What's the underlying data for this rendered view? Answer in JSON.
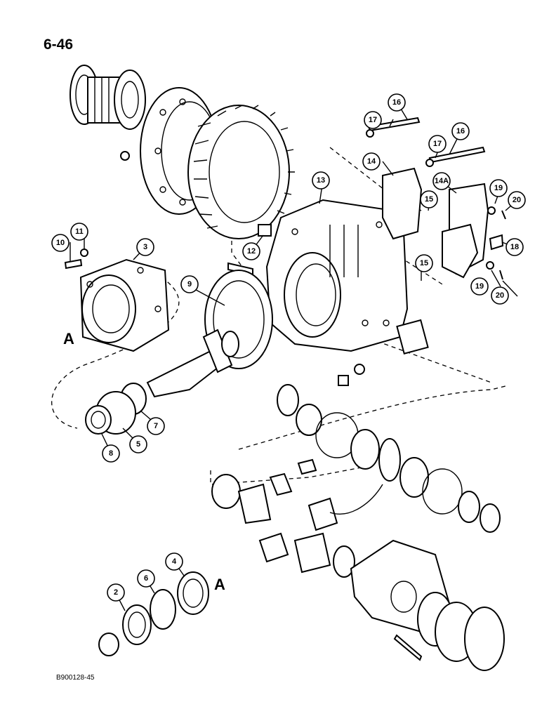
{
  "page_number": "6-46",
  "document_code": "B900128-45",
  "reference_letters": [
    "A",
    "A"
  ],
  "callouts": [
    "2",
    "3",
    "4",
    "5",
    "6",
    "7",
    "8",
    "9",
    "10",
    "11",
    "12",
    "13",
    "14",
    "14A",
    "15",
    "15",
    "16",
    "16",
    "17",
    "17",
    "18",
    "19",
    "19",
    "20",
    "20"
  ]
}
